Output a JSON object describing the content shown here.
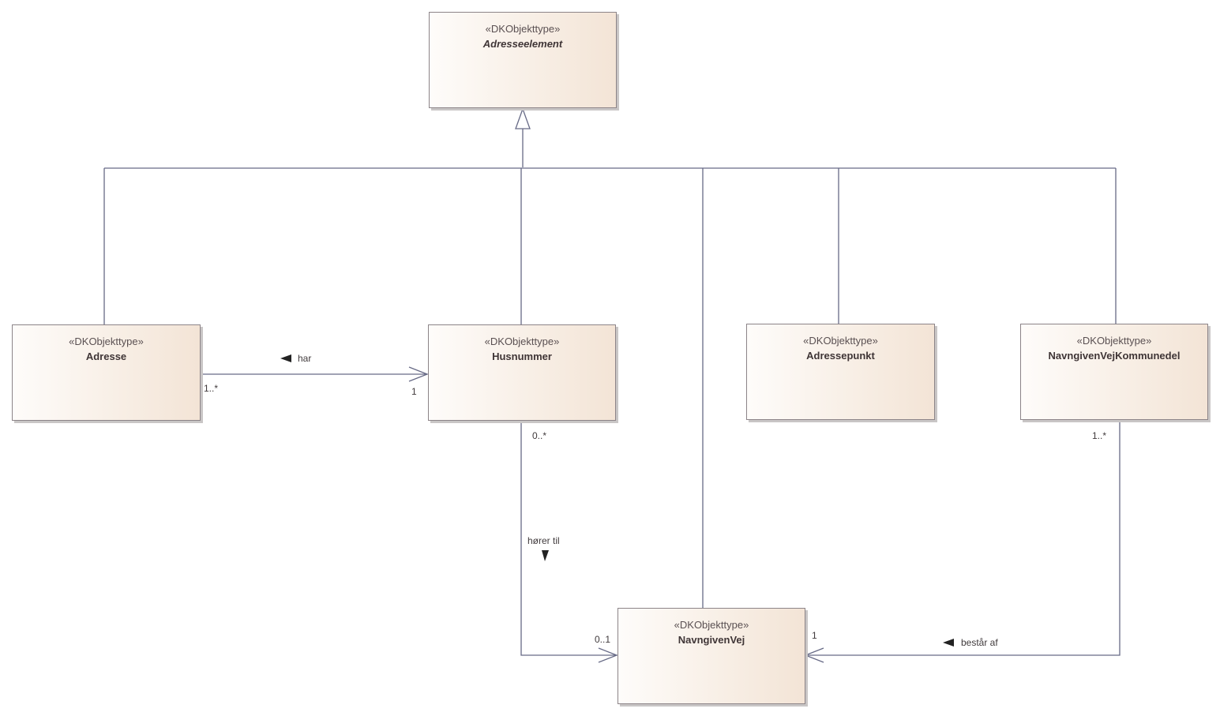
{
  "diagram": {
    "classes": {
      "adresseelement": {
        "stereotype": "«DKObjekttype»",
        "name": "Adresseelement"
      },
      "adresse": {
        "stereotype": "«DKObjekttype»",
        "name": "Adresse"
      },
      "husnummer": {
        "stereotype": "«DKObjekttype»",
        "name": "Husnummer"
      },
      "adressepunkt": {
        "stereotype": "«DKObjekttype»",
        "name": "Adressepunkt"
      },
      "navngivenvejkommunedel": {
        "stereotype": "«DKObjekttype»",
        "name": "NavngivenVejKommunedel"
      },
      "navngivenvej": {
        "stereotype": "«DKObjekttype»",
        "name": "NavngivenVej"
      }
    },
    "associations": {
      "har": {
        "label": "har",
        "source_mult": "1..*",
        "target_mult": "1"
      },
      "horer_til": {
        "label": "hører til",
        "source_mult": "0..*",
        "target_mult": "0..1"
      },
      "bestar_af": {
        "label": "består af",
        "source_mult": "1..*",
        "target_mult": "1"
      }
    }
  }
}
